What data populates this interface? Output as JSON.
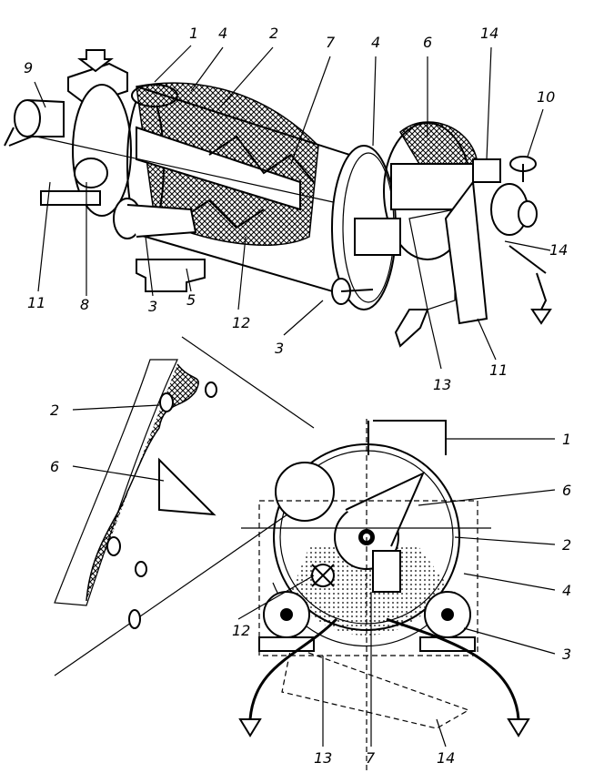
{
  "figure": {
    "top_view_labels": [
      "9",
      "1",
      "4",
      "2",
      "7",
      "4",
      "6",
      "14",
      "10",
      "11",
      "8",
      "3",
      "5",
      "12",
      "3",
      "13",
      "11",
      "14"
    ],
    "section_view_labels": [
      "2",
      "6",
      "1",
      "6",
      "2",
      "4",
      "3",
      "12",
      "13",
      "7",
      "14"
    ]
  },
  "colors": {
    "ink": "#000000",
    "paper": "#ffffff"
  }
}
